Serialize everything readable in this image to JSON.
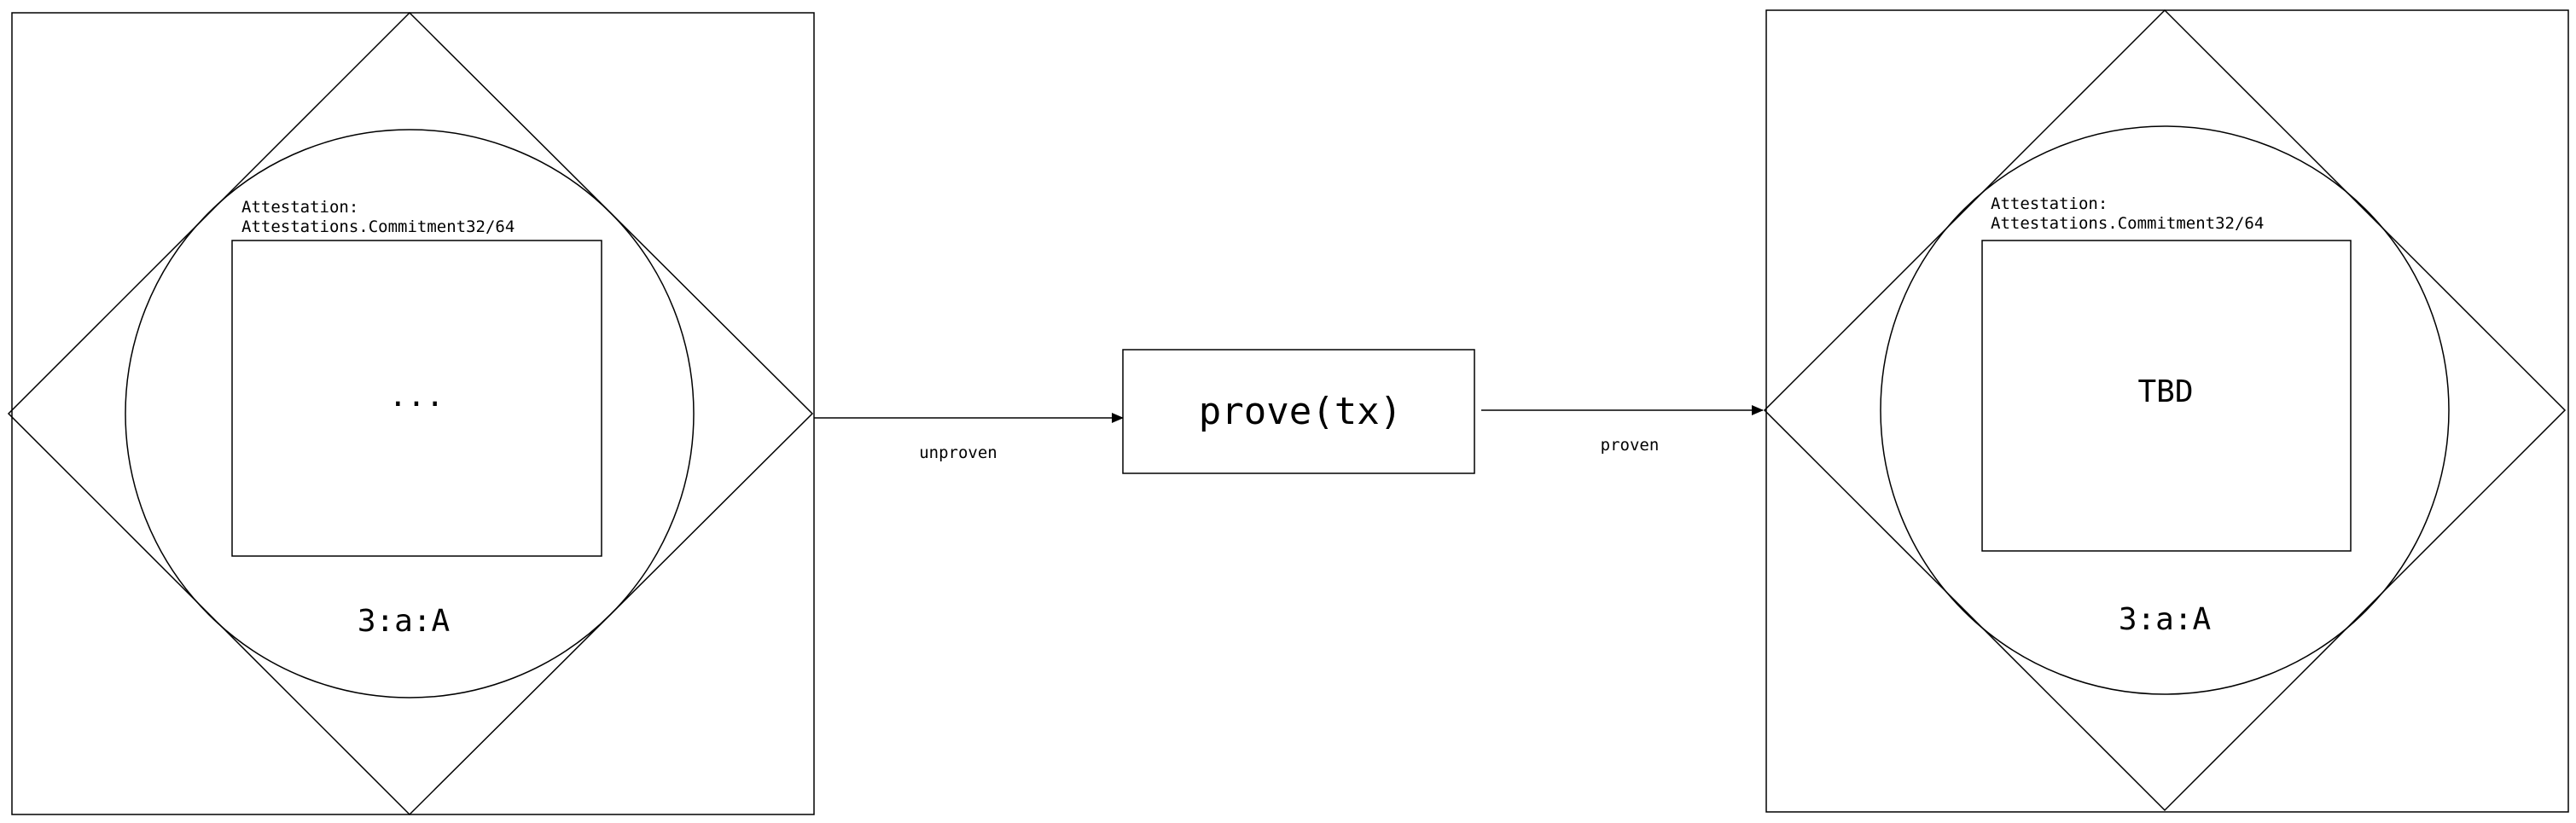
{
  "left_node": {
    "header_line1": "Attestation:",
    "header_line2": "Attestations.Commitment32/64",
    "inner_content": "...",
    "id_label": "3:a:A"
  },
  "process": {
    "label": "prove(tx)"
  },
  "right_node": {
    "header_line1": "Attestation:",
    "header_line2": "Attestations.Commitment32/64",
    "inner_content": "TBD",
    "id_label": "3:a:A"
  },
  "edges": {
    "left_to_process": "unproven",
    "process_to_right": "proven"
  }
}
